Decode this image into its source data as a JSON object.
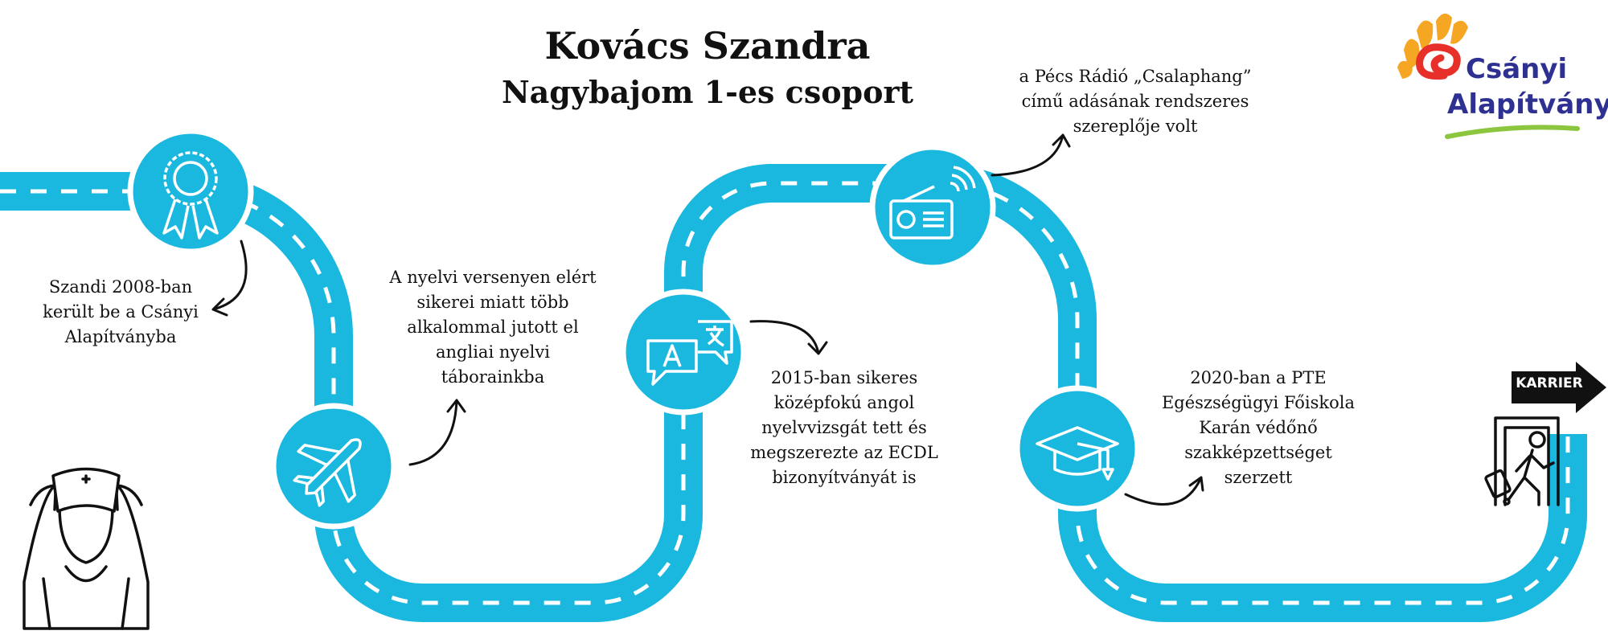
{
  "header": {
    "name": "Kovács Szandra",
    "group": "Nagybajom 1-es csoport"
  },
  "logo": {
    "line1": "Csányi",
    "line2": "Alapítvány",
    "colors": {
      "text": "#2e3192",
      "sun": "#f5a623",
      "swirl": "#e8302a",
      "underline": "#8cc63f"
    }
  },
  "road": {
    "color": "#1ab7de",
    "dash_color": "#ffffff"
  },
  "milestones": [
    {
      "icon": "award-ribbon-icon",
      "caption": [
        "Szandi 2008-ban",
        "került be a Csányi",
        "Alapítványba"
      ]
    },
    {
      "icon": "airplane-icon",
      "caption": [
        "A nyelvi versenyen elért",
        "sikerei miatt több",
        "alkalommal jutott el",
        "angliai nyelvi",
        "táborainkba"
      ]
    },
    {
      "icon": "translate-bubbles-icon",
      "caption": [
        "2015-ban sikeres",
        "középfokú angol",
        "nyelvvizsgát tett és",
        "megszerezte az ECDL",
        "bizonyítványát is"
      ]
    },
    {
      "icon": "radio-icon",
      "caption": [
        "a Pécs Rádió „Csalaphang”",
        "című adásának rendszeres",
        "szereplője volt"
      ]
    },
    {
      "icon": "graduation-cap-icon",
      "caption": [
        "2020-ban a PTE",
        "Egészségügyi Főiskola",
        "Karán védőnő",
        "szakképzettséget",
        "szerzett"
      ]
    }
  ],
  "karrier": {
    "label": "KARRIER"
  },
  "person_icon": "nurse-icon",
  "exit_icon": "person-exit-door-icon"
}
